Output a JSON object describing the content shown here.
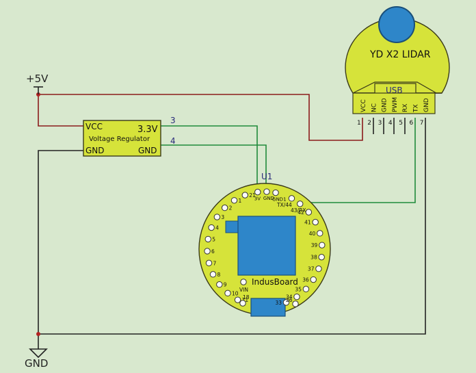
{
  "colors": {
    "background": "#d8e8ce",
    "board": "#d6e33a",
    "board_stroke": "#3a3a1a",
    "chip": "#2e86c9",
    "wire_power": "#8b1a1a",
    "wire_ground": "#222222",
    "wire_signal": "#1f8a3a",
    "label_blue": "#2a2a7a"
  },
  "power": {
    "label": "+5V"
  },
  "ground": {
    "label": "GND"
  },
  "regulator": {
    "title": "Voltage Regulator",
    "pin_vcc": "VCC",
    "pin_gnd_in": "GND",
    "pin_out": "3.3V",
    "pin_gnd_out": "GND",
    "wire_out": "3",
    "wire_gnd": "4"
  },
  "lidar": {
    "title": "YD X2 LIDAR",
    "usb_label": "USB",
    "pins": [
      "VCC",
      "NC",
      "GND",
      "PWM",
      "RX",
      "TX",
      "GND"
    ],
    "pin_numbers": [
      "1",
      "2",
      "3",
      "4",
      "5",
      "6",
      "7"
    ]
  },
  "board": {
    "designator": "U1",
    "name": "IndusBoard",
    "top_labels": [
      "3V",
      "GND",
      "GND1"
    ],
    "tx_label": "TX/44",
    "rx_label": "43/RX",
    "left_pins": [
      "21",
      "1",
      "2",
      "3",
      "4",
      "5",
      "6",
      "7",
      "8",
      "9",
      "10",
      "11"
    ],
    "right_pins": [
      "42",
      "41",
      "40",
      "39",
      "38",
      "37",
      "36",
      "35",
      "34",
      "33"
    ],
    "bottom_labels": [
      "VIN",
      "18",
      "26"
    ]
  }
}
